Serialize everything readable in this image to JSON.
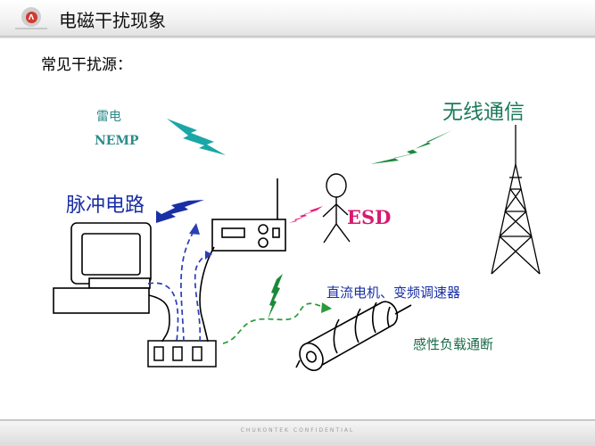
{
  "slide": {
    "title": "电磁干扰现象",
    "subtitle": "常见干扰源："
  },
  "labels": {
    "lightning": "雷电",
    "nemp": "NEMP",
    "pulse_circuit": "脉冲电路",
    "wireless": "无线通信",
    "esd": "ESD",
    "motor": "直流电机、变频调速器",
    "inductive_load": "感性负载通断"
  },
  "footer": {
    "text": "CHUKONTEK CONFIDENTIAL"
  },
  "colors": {
    "lightning_teal": "#1aa6a6",
    "wireless_green": "#1a8a3a",
    "pulse_blue": "#1a2fa5",
    "esd_magenta": "#e0237a",
    "dash_blue": "#2a3fb5",
    "dash_green": "#2a9a3a"
  },
  "icons": [
    "logo-icon",
    "lightning-bolt-icon",
    "computer-icon",
    "device-icon",
    "person-icon",
    "tower-icon",
    "motor-icon"
  ]
}
